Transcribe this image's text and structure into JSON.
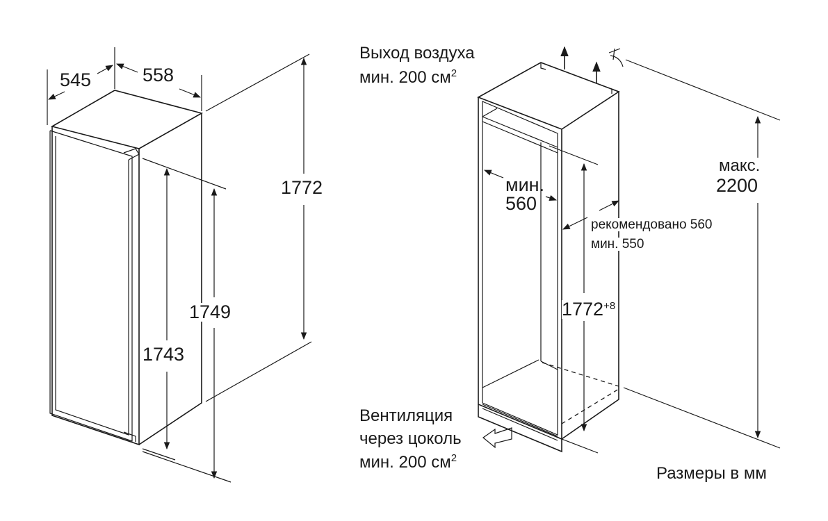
{
  "left_unit": {
    "depth": "545",
    "width": "558",
    "total_height": "1772",
    "height_a": "1749",
    "height_b": "1743"
  },
  "niche": {
    "air_out_line1": "Выход воздуха",
    "air_out_line2": "мин. 200 см",
    "air_out_sup": "2",
    "min_label": "мин.",
    "min_value": "560",
    "recommended": "рекомендовано 560",
    "min_depth": "мин. 550",
    "height": "1772",
    "height_tol": "+8",
    "max_label": "макс.",
    "max_value": "2200",
    "vent_line1": "Вентиляция",
    "vent_line2": "через цоколь",
    "vent_line3": "мин. 200 см",
    "vent_sup": "2"
  },
  "footer": {
    "units_note": "Размеры в мм"
  }
}
